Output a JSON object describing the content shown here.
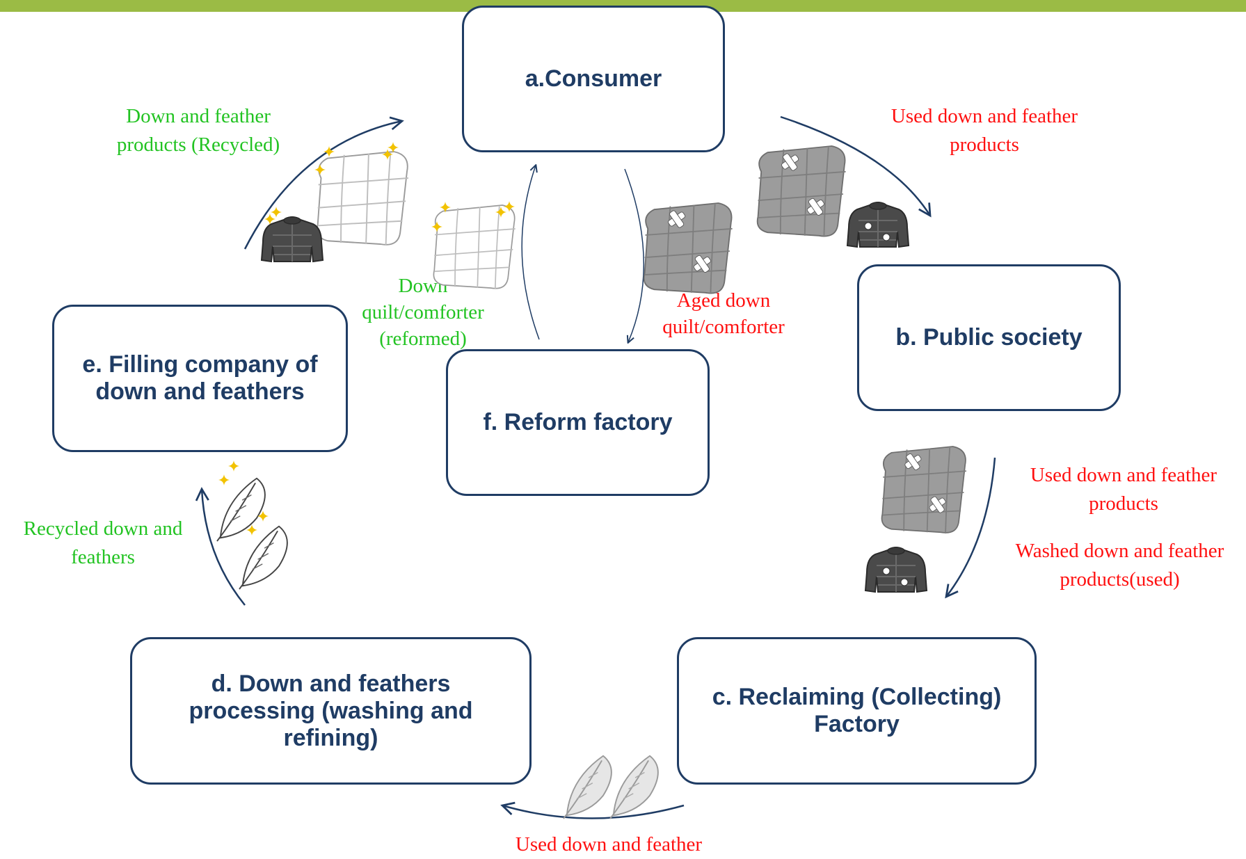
{
  "colors": {
    "top_bar": "#9bbb45",
    "box_border": "#1f3c64",
    "box_text": "#1f3c64",
    "arrow": "#1f3c64",
    "recycled_label": "#22c322",
    "used_label": "#ff1010"
  },
  "nodes": {
    "consumer": "a.Consumer",
    "public_society": "b. Public society",
    "reclaiming": "c. Reclaiming (Collecting) Factory",
    "processing": "d. Down and feathers processing (washing and refining)",
    "filling": "e. Filling company of down and feathers",
    "reform": "f. Reform factory"
  },
  "edges": {
    "recycled_products": [
      "Down and feather",
      "products (Recycled)"
    ],
    "used_products_top": [
      "Used down and feather",
      "products"
    ],
    "used_products_right": [
      "Used down and feather",
      "products"
    ],
    "washed_products": [
      "Washed down and feather",
      "products(used)"
    ],
    "used_bottom": [
      "Used down and feather"
    ],
    "recycled_feathers": [
      "Recycled down and",
      "feathers"
    ],
    "down_reformed": [
      "Down",
      "quilt/comforter",
      "(reformed)"
    ],
    "aged_down": [
      "Aged down",
      "quilt/comforter"
    ]
  },
  "icons": [
    "clean-white-quilt-icon",
    "clean-black-jacket-icon",
    "used-grey-quilt-icon",
    "used-black-jacket-icon",
    "white-feather-icon",
    "used-grey-feather-icon",
    "sparkle-icon"
  ]
}
